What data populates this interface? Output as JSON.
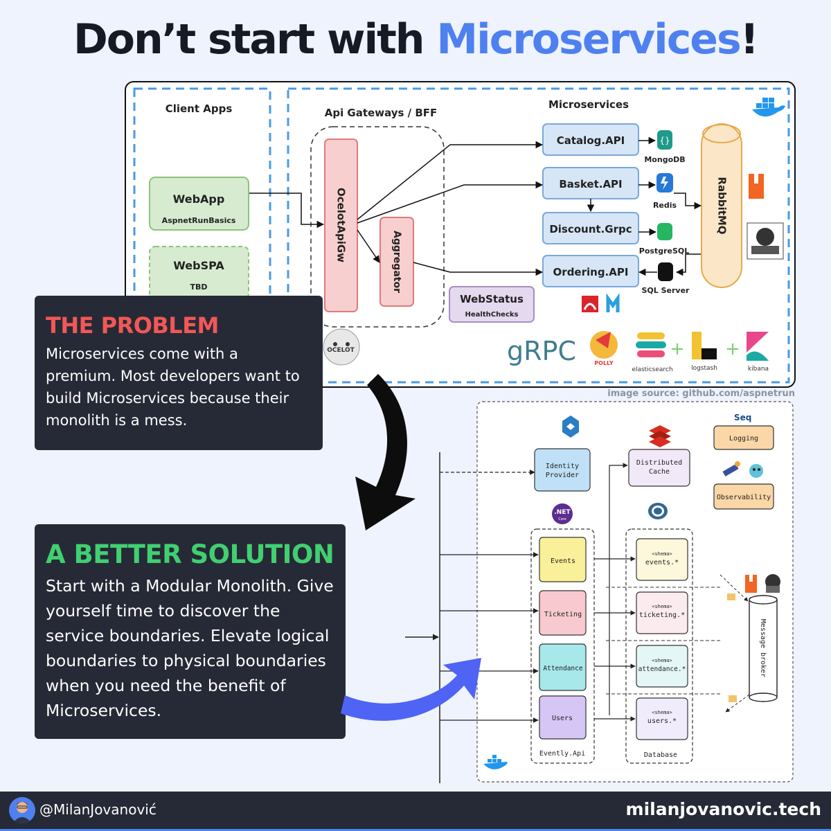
{
  "headline": {
    "part1": "Don’t start with ",
    "highlight": "Microservices",
    "part2": "!"
  },
  "top_diagram": {
    "group_client": "Client Apps",
    "group_gateway": "Api Gateways / BFF",
    "group_micro": "Microservices",
    "webapp": {
      "title": "WebApp",
      "sub": "AspnetRunBasics"
    },
    "webspa": {
      "title": "WebSPA",
      "sub": "TBD"
    },
    "gateway": "OcelotApiGw",
    "aggregator": "Aggregator",
    "webstatus": {
      "title": "WebStatus",
      "sub": "HealthChecks"
    },
    "services": [
      "Catalog.API",
      "Basket.API",
      "Discount.Grpc",
      "Ordering.API"
    ],
    "databases": [
      "MongoDB",
      "Redis",
      "PostgreSQL",
      "SQL Server"
    ],
    "bus": "RabbitMQ",
    "grpc": "gRPC",
    "elk": [
      "elasticsearch",
      "logstash",
      "kibana"
    ],
    "ocelot_logo": "OCELOT",
    "polly": "POLLY"
  },
  "source_note": "image source: github.com/aspnetrun",
  "problem": {
    "title": "THE PROBLEM",
    "body": "Microservices come with a premium. Most developers want to build Microservices because their monolith is a mess."
  },
  "solution": {
    "title": "A BETTER SOLUTION",
    "body": "Start with a Modular Monolith. Give yourself time to discover the service boundaries. Elevate logical boundaries to physical boundaries when you need the benefit of Microservices."
  },
  "bottom_diagram": {
    "identity": [
      "Identity",
      "Provider"
    ],
    "cache": [
      "Distributed",
      "Cache"
    ],
    "logging": "Logging",
    "observability": "Observability",
    "seq": "Seq",
    "dotnet": ".NET",
    "dotnet_sub": "Core",
    "modules": [
      "Events",
      "Ticketing",
      "Attendance",
      "Users"
    ],
    "schema_tag": "<shema>",
    "schemas": [
      "events.*",
      "ticketing.*",
      "attendance.*",
      "users.*"
    ],
    "app_label": "Evently.Api",
    "db_label": "Database",
    "broker": "Message broker"
  },
  "footer": {
    "handle": "@MilanJovanović",
    "site": "milanjovanovic.tech"
  },
  "colors": {
    "accent": "#4f80f0",
    "problem": "#f25757",
    "solution": "#41cf71",
    "card": "#262a36",
    "background": "#eef3fd"
  }
}
